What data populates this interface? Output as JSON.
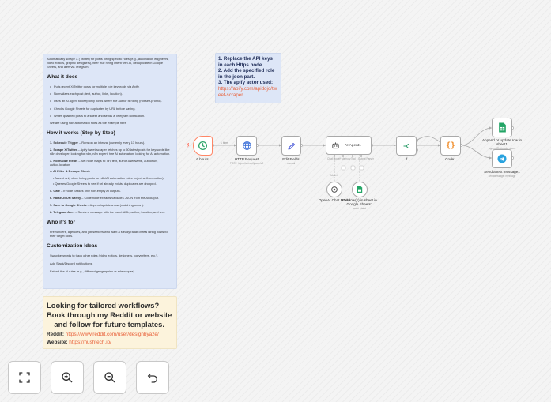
{
  "sticky_main": {
    "intro": "Automatically scrape X (Twitter) for posts hiring specific roles (e.g., automation engineers, video editors, graphic designers), filter true hiring intent with AI, deduplicate in Google Sheets, and alert via Telegram.",
    "what_heading": "What it does",
    "what_items": [
      "Pulls recent X/Twitter posts for multiple role keywords via Apify.",
      "Normalizes each post (text, author, links, location).",
      "Uses an AI Agent to keep only posts where the author is hiring (not self-promo).",
      "Checks Google Sheets for duplicates by URL before saving.",
      "Writes qualified posts to a sheet and sends a Telegram notification."
    ],
    "what_note": "We are using n8n automation roles as the example here",
    "how_heading": "How it works (Step by Step)",
    "steps": [
      {
        "label": "1. Schedule Trigger",
        "text": " – Runs on an interval (currently every 13 hours)."
      },
      {
        "label": "2. Scrape X/Twitter",
        "text": " – Apify tweet-scraper fetches up to 50 latest posts for keywords like n8n developer, looking for n8n, n8n expert, hire AI automation, looking for AI automation."
      },
      {
        "label": "3. Normalize Fields",
        "text": " – Set node maps to: url, text, author.userName, author.url, author.location."
      },
      {
        "label": "4. AI Filter & Dedupe Check",
        "text": ""
      }
    ],
    "step4_sub": [
      "Accept only clear hiring posts for n8n/AI automation roles (reject self-promotion).",
      "Queries Google Sheets to see if url already exists; duplicates are dropped."
    ],
    "steps2": [
      {
        "label": "5. Gate",
        "text": " – If node passes only non-empty AI outputs."
      },
      {
        "label": "6. Parse JSON Safely",
        "text": " – Code node extracts/validates JSON from the AI output."
      },
      {
        "label": "7. Save to Google Sheets",
        "text": " – Append/update a row (matching on url)."
      },
      {
        "label": "8. Telegram Alert",
        "text": " – Sends a message with the tweet URL, author, location, and text."
      }
    ],
    "who_heading": "Who it’s for",
    "who_text": "Freelancers, agencies, and job seekers who want a steady radar of real hiring posts for their target roles.",
    "custom_heading": "Customization Ideas",
    "custom_items": [
      "Swap keywords to track other roles (video editors, designers, copywriters, etc.).",
      "Add Slack/Discord notifications.",
      "Extend the AI rules (e.g., different geographies or role scopes)."
    ]
  },
  "sticky_setup": {
    "line1": "1. Replace the API keys in each Https node",
    "line2": "2. Add the specified role in the json part.",
    "line3": "3. The apify actor used:",
    "link": "https://apify.com/apidojo/tweet-scraper"
  },
  "sticky_promo": {
    "headline": "Looking for tailored workflows? Book through my Reddit or website—and follow for future templates.",
    "reddit_label": "Reddit:",
    "reddit_url": "https://www.reddit.com/user/designbyaze/",
    "website_label": "Website:",
    "website_url": "https://hushtech.io/"
  },
  "nodes": {
    "schedule": {
      "label": "6 hours"
    },
    "http": {
      "label": "HTTP Request",
      "sub": "POST: https://api.apify.com/v2"
    },
    "edit": {
      "label": "Edit Fields",
      "sub": "manual"
    },
    "agent": {
      "label": "AI Agent1",
      "port_left": "Chat Model*",
      "port_mid": "Memory",
      "port_right": "Tool",
      "port_right2": "Output Parser"
    },
    "if": {
      "label": "If"
    },
    "code": {
      "label": "Code1"
    },
    "sheets": {
      "label": "Append or update row in sheet1",
      "sub": "appendOrUpdate: sheet"
    },
    "telegram": {
      "label": "Send a text message1",
      "sub": "sendMessage: message"
    },
    "openai": {
      "label": "OpenAI Chat Model"
    },
    "getrows": {
      "label": "Get row(s) in sheet in Google Sheets1",
      "sub": "read: sheet"
    }
  },
  "edge_labels": {
    "item_count": "1 item",
    "model_tag": "Model",
    "tool_tag": "Tool"
  },
  "toolbar": {
    "fit": "fit-view-icon",
    "zoom_in": "zoom-in-icon",
    "zoom_out": "zoom-out-icon",
    "undo": "undo-icon"
  },
  "colors": {
    "accent": "#ff6d5a",
    "link": "#e8613a",
    "note_blue": "#dde6f7",
    "note_yellow": "#fcf3dc"
  }
}
